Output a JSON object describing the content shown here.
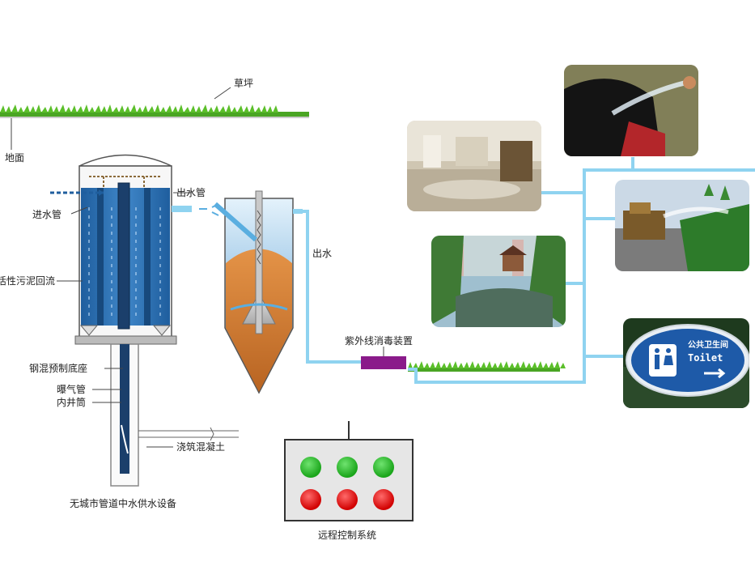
{
  "labels": {
    "lawn": "草坪",
    "ground": "地面",
    "inlet_pipe": "进水管",
    "outlet_pipe": "出水管",
    "sludge_return": "活性污泥回流",
    "precast_base": "钢混预制底座",
    "aeration_pipe": "曝气管",
    "inner_well": "内井筒",
    "cast_concrete": "浇筑混凝土",
    "equipment_caption": "无城市管道中水供水设备",
    "water_out": "出水",
    "uv_device": "紫外线消毒装置",
    "remote_control": "远程控制系统"
  },
  "sign": {
    "title": "公共卫生间",
    "text": "Toilet"
  },
  "control_panel": {
    "top_row": [
      "green",
      "green",
      "green"
    ],
    "bottom_row": [
      "red",
      "red",
      "red"
    ]
  },
  "colors": {
    "pipe": "#8fd3f0",
    "tank_water": "#2d6fb3",
    "sludge": "#d9833a",
    "uv_device": "#8a1a8a",
    "grass": "#5bbf2a"
  }
}
